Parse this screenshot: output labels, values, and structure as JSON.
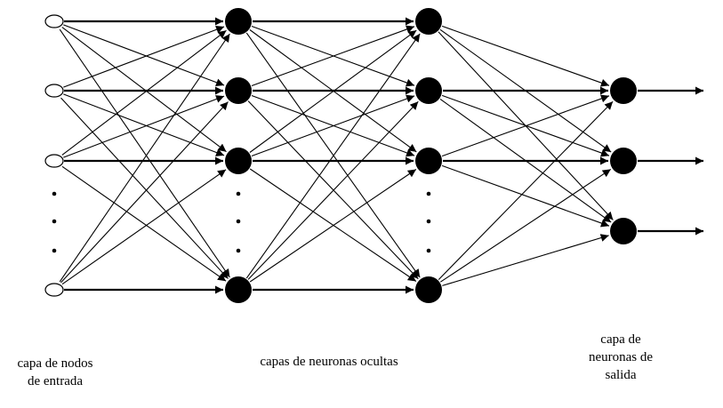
{
  "diagram": {
    "type": "feedforward-neural-network",
    "colors": {
      "stroke": "#000000",
      "neuron_fill": "#000000",
      "input_fill": "#ffffff"
    },
    "layers": [
      {
        "id": "input",
        "visible_nodes": 4,
        "has_ellipsis": true,
        "node_style": "hollow"
      },
      {
        "id": "hidden-1",
        "visible_nodes": 4,
        "has_ellipsis": true,
        "node_style": "filled"
      },
      {
        "id": "hidden-2",
        "visible_nodes": 4,
        "has_ellipsis": true,
        "node_style": "filled"
      },
      {
        "id": "output",
        "visible_nodes": 3,
        "has_ellipsis": false,
        "node_style": "filled"
      }
    ],
    "connectivity": "fully-connected",
    "output_arrows": true
  },
  "captions": {
    "input": [
      "capa de nodos",
      "de entrada"
    ],
    "hidden": [
      "capas de neuronas ocultas"
    ],
    "output": [
      "capa de",
      "neuronas de",
      "salida"
    ]
  }
}
